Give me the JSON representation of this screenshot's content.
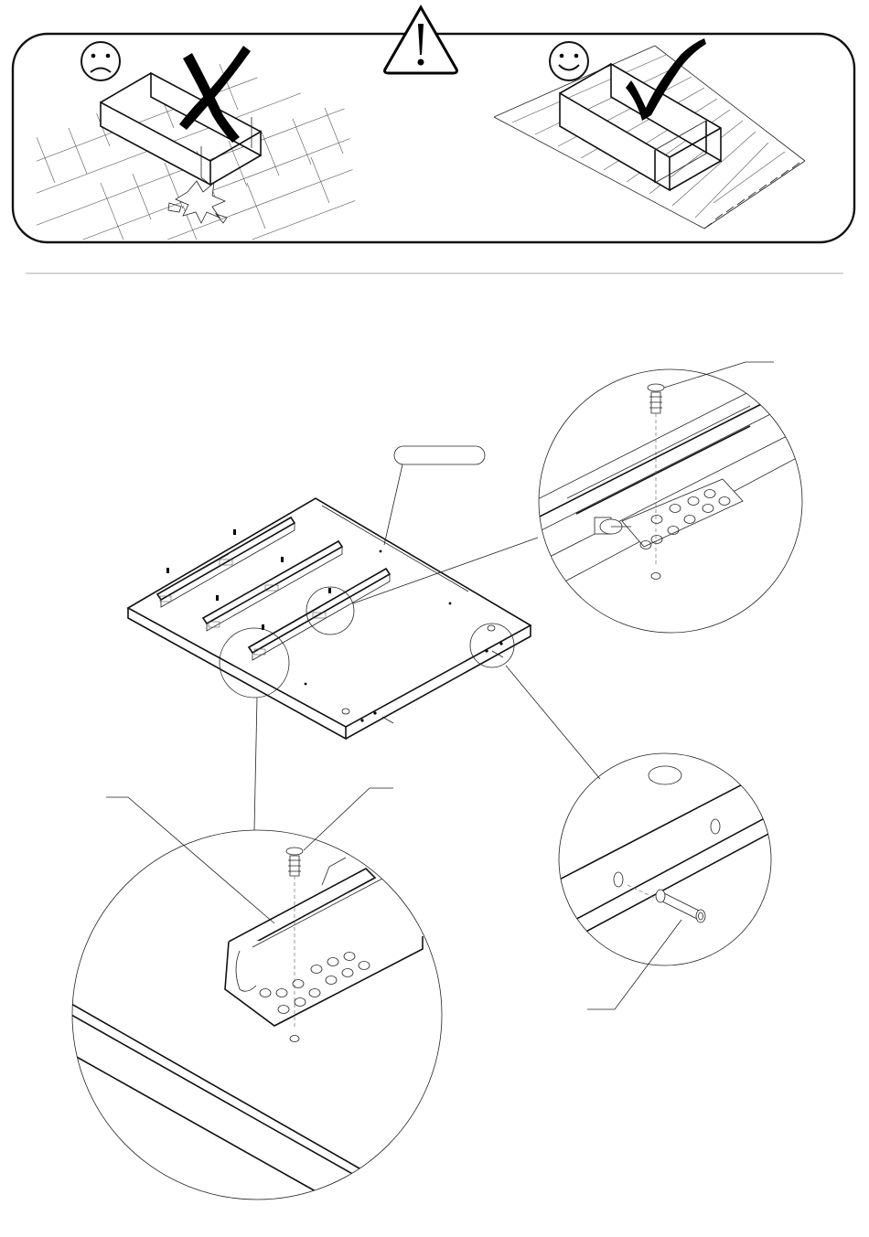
{
  "warning_banner": {
    "wrong_face_icon": "sad-face",
    "correct_face_icon": "smiley-face",
    "warning_icon": "exclamation-triangle",
    "wrong_mark_icon": "cross-mark",
    "correct_mark_icon": "check-mark"
  },
  "main_diagram": {
    "part_label": "",
    "callouts": [
      "drawer-slide-screw-detail",
      "front-rail-screw-detail",
      "wooden-dowel-detail"
    ]
  },
  "colors": {
    "line": "#111111",
    "background": "#ffffff",
    "divider": "#bdbdbd"
  }
}
